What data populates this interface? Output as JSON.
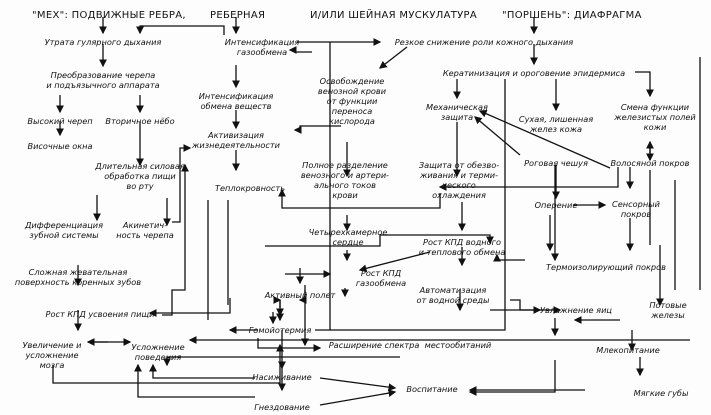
{
  "headers": {
    "bellows": "\"МЕХ\": ПОДВИЖНЫЕ РЕБРА,",
    "rib": "РЕБЕРНАЯ",
    "neck": "И/ИЛИ ШЕЙНАЯ МУСКУЛАТУРА",
    "piston": "\"ПОРШЕНЬ\": ДИАФРАГМА"
  },
  "nodes": {
    "loss_gular": "Утрата гулярного дыхания",
    "intens_gas": "Интенсификация\nгазообмена",
    "skin_resp_drop": "Резкое снижение роли кожного дыхания",
    "skull_transform": "Преобразование черепа\nи подъязычного аппарата",
    "intens_metab": "Интенсификация\nобмена веществ",
    "venous_free": "Освобождение\nвенозной крови\nот функции\nпереноса\nкислорода",
    "keratin": "Кератинизация и ороговение эпидермиса",
    "high_skull": "Высокий череп",
    "sec_palate": "Вторичное нёбо",
    "mech_protect": "Механическая\nзащита",
    "dry_skin": "Сухая, лишенная\nжелез кожа",
    "gland_change": "Смена функции\nжелезистых полей\nкожи",
    "temporal": "Височные окна",
    "activation": "Активизация\nжизнедеятельности",
    "long_process": "Длительная силовая\nобработка пищи\nво рту",
    "full_sep": "Полное разделение\nвенозного и артери-\nального токов\nкрови",
    "protect_dry": "Защита от обезво-\nживания и терми-\nческого\nохлаждения",
    "horn_scales": "Роговая чешуя",
    "hair": "Волосяной покров",
    "warm_blood": "Теплокровность",
    "feathers": "Оперение",
    "sensor": "Сенсорный\nпокров",
    "teeth_diff": "Дифференциация\nзубной системы",
    "akinetic": "Акинетич-\nность черепа",
    "four_heart": "Четырехкамерное\nсердце",
    "kpd_water": "Рост КПД водного\nи теплового обмена",
    "thermo_cover": "Термоизолирующий покров",
    "complex_chew": "Сложная жевательная\nповерхность коренных зубов",
    "kpd_gas": "Рост КПД\nгазообмена",
    "active_flight": "Активный полет",
    "autom": "Автоматизация\nот водной среды",
    "egg_moist": "Увлажнение яиц",
    "sweat": "Потовые\nжелезы",
    "kpd_food": "Рост КПД усвоения пищи",
    "homeo": "Гомойотермия",
    "brain": "Увеличение и\nусложнение\nмозга",
    "behavior": "Усложнение\nповедения",
    "habitat": "Расширение спектра  местообитаний",
    "milk": "Млекопитание",
    "incubation": "Насиживание",
    "upbringing": "Воспитание",
    "soft_lips": "Мягкие губы",
    "nesting": "Гнездование"
  }
}
